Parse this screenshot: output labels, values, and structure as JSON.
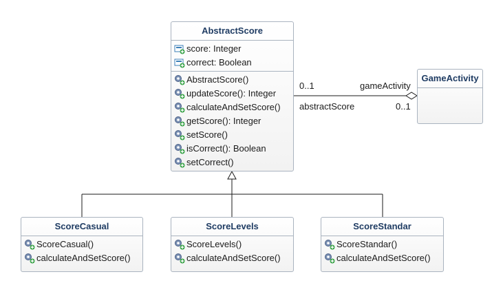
{
  "classes": {
    "abstract_score": {
      "name": "AbstractScore",
      "attributes": [
        "score: Integer",
        "correct: Boolean"
      ],
      "operations": [
        "AbstractScore()",
        "updateScore(): Integer",
        "calculateAndSetScore()",
        "getScore(): Integer",
        "setScore()",
        "isCorrect(): Boolean",
        "setCorrect()"
      ]
    },
    "game_activity": {
      "name": "GameActivity"
    },
    "score_casual": {
      "name": "ScoreCasual",
      "operations": [
        "ScoreCasual()",
        "calculateAndSetScore()"
      ]
    },
    "score_levels": {
      "name": "ScoreLevels",
      "operations": [
        "ScoreLevels()",
        "calculateAndSetScore()"
      ]
    },
    "score_standar": {
      "name": "ScoreStandar",
      "operations": [
        "ScoreStandar()",
        "calculateAndSetScore()"
      ]
    }
  },
  "association": {
    "left_multiplicity": "0..1",
    "left_role": "abstractScore",
    "right_role": "gameActivity",
    "right_multiplicity": "0..1"
  },
  "icons": {
    "attribute": "field-icon",
    "operation": "method-icon"
  },
  "colors": {
    "class_name": "#1f3c63",
    "border": "#a9b3bf",
    "line": "#1a1a1a"
  }
}
